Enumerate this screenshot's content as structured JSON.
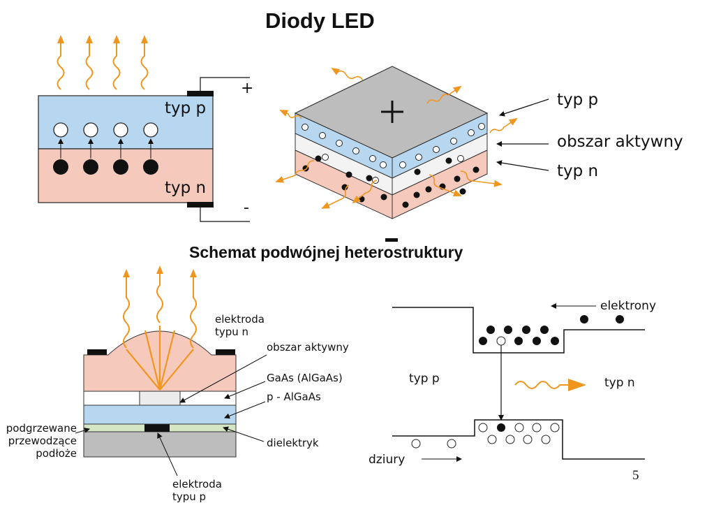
{
  "slide": {
    "title": "Diody LED",
    "subtitle": "Schemat podwójnej heterostruktury",
    "page_number": "5"
  },
  "pn_diagram": {
    "label_p": "typ p",
    "label_n": "typ n",
    "plus": "+",
    "minus": "-",
    "colors": {
      "p_region": "#b7d6ef",
      "n_region": "#f6c9bd",
      "photon": "#f0961f"
    }
  },
  "cube_diagram": {
    "top_sign": "+",
    "bottom_sign": "−",
    "label_p": "typ p",
    "label_active": "obszar aktywny",
    "label_n": "typ n"
  },
  "cross_section": {
    "label_electrode_n": [
      "elektroda",
      "typu n"
    ],
    "label_active": "obszar aktywny",
    "label_gaas": "GaAs (AlGaAs)",
    "label_p_algaas": "p - AlGaAs",
    "label_dielectric": "dielektryk",
    "label_substrate": [
      "podgrzewane",
      "przewodzące",
      "podłoże"
    ],
    "label_electrode_p": [
      "elektroda",
      "typu p"
    ]
  },
  "band_diagram": {
    "label_electrons": "elektrony",
    "label_holes": "dziury",
    "label_p": "typ p",
    "label_n": "typ n"
  }
}
